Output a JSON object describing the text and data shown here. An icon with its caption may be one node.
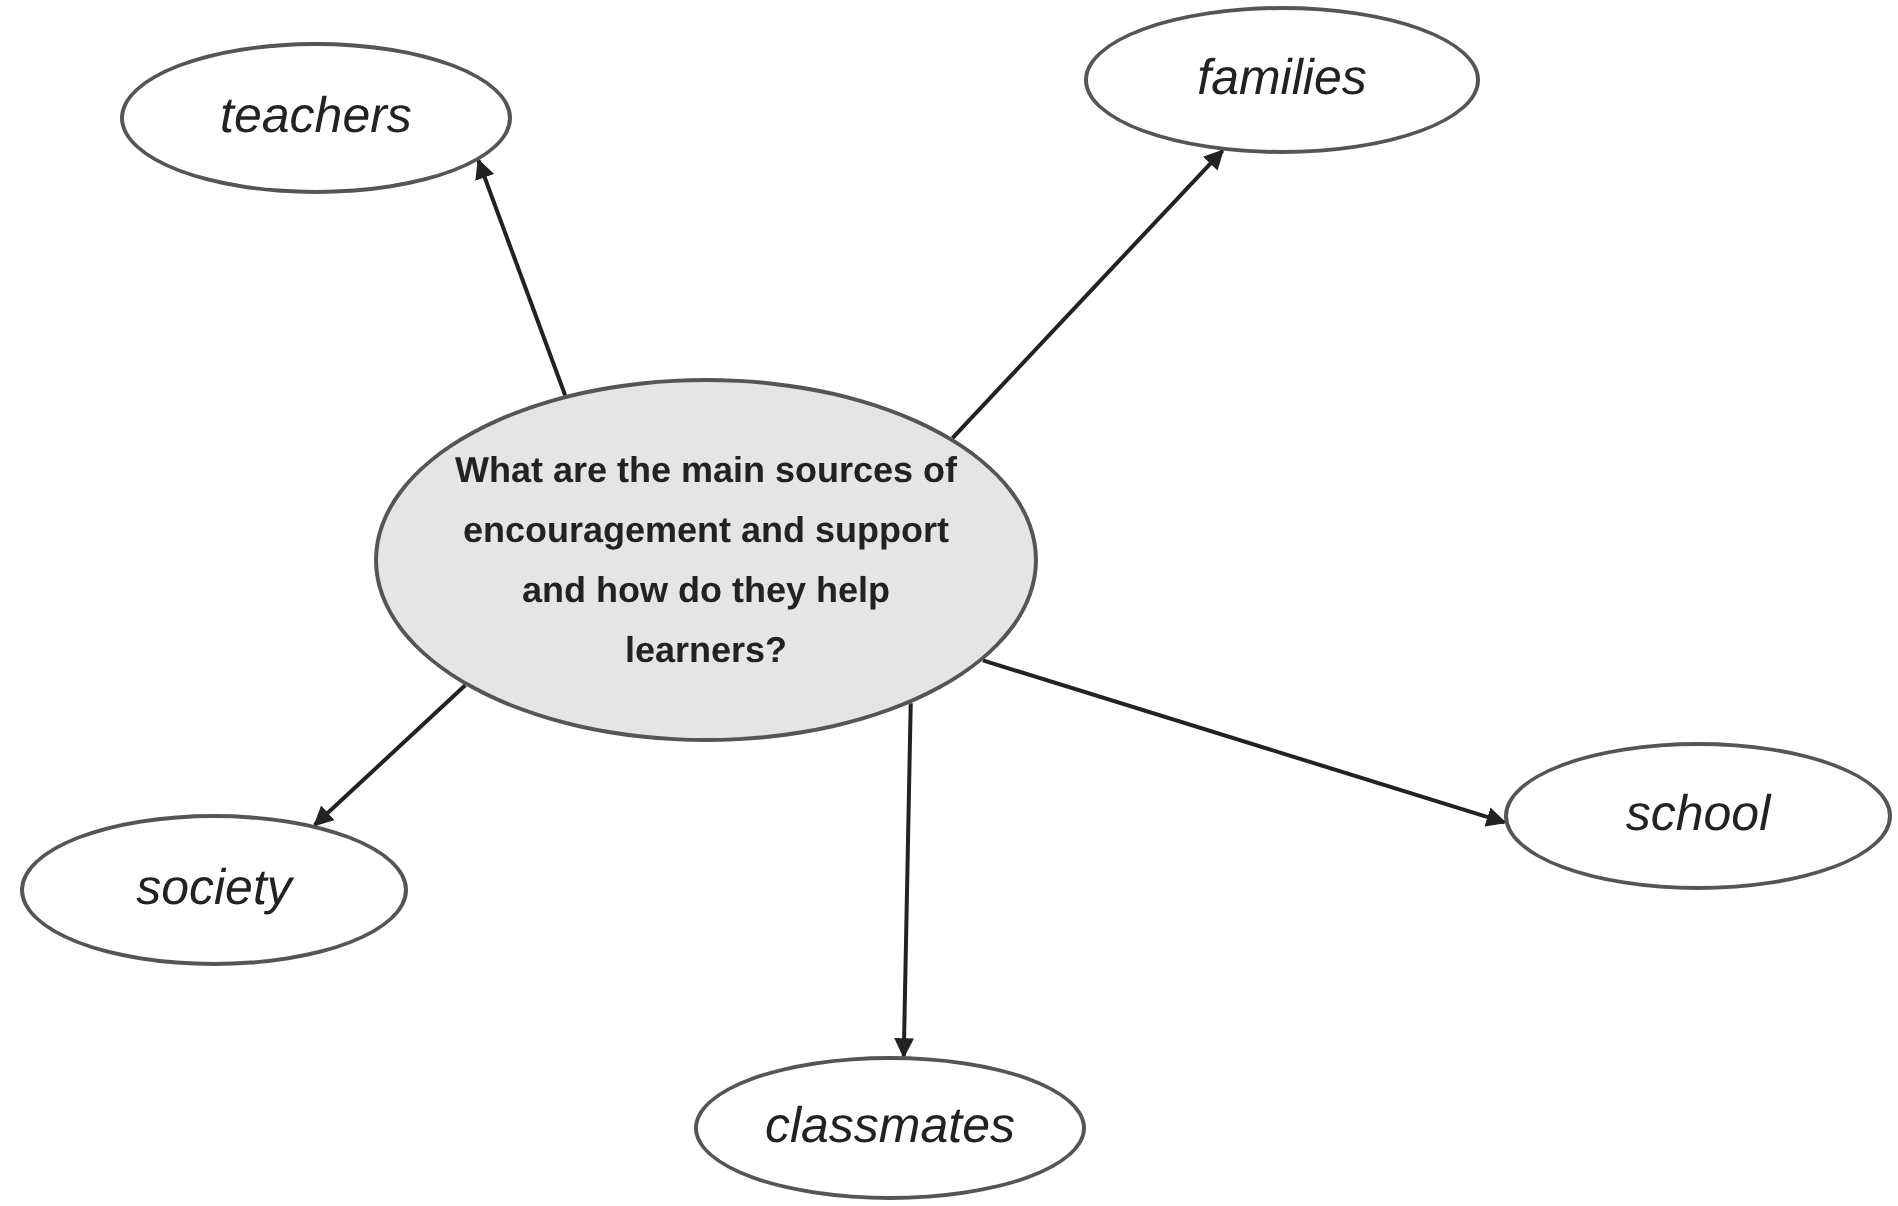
{
  "diagram": {
    "nodes": [
      {
        "text": [
          "What are the main sources of encouragement and support and how do they help learners?"
        ]
      },
      {
        "text": [
          "teachers"
        ]
      },
      {
        "text": [
          "families"
        ]
      },
      {
        "text": [
          "society"
        ]
      },
      {
        "text": [
          "classmates"
        ]
      },
      {
        "text": [
          "school"
        ]
      }
    ],
    "edges": [
      {
        "from": 0,
        "to": 1,
        "arrow": "to"
      },
      {
        "from": 0,
        "to": 2,
        "arrow": "to"
      },
      {
        "from": 0,
        "to": 3,
        "arrow": "to"
      },
      {
        "from": 0,
        "to": 4,
        "arrow": "to"
      },
      {
        "from": 0,
        "to": 5,
        "arrow": "to"
      }
    ]
  }
}
